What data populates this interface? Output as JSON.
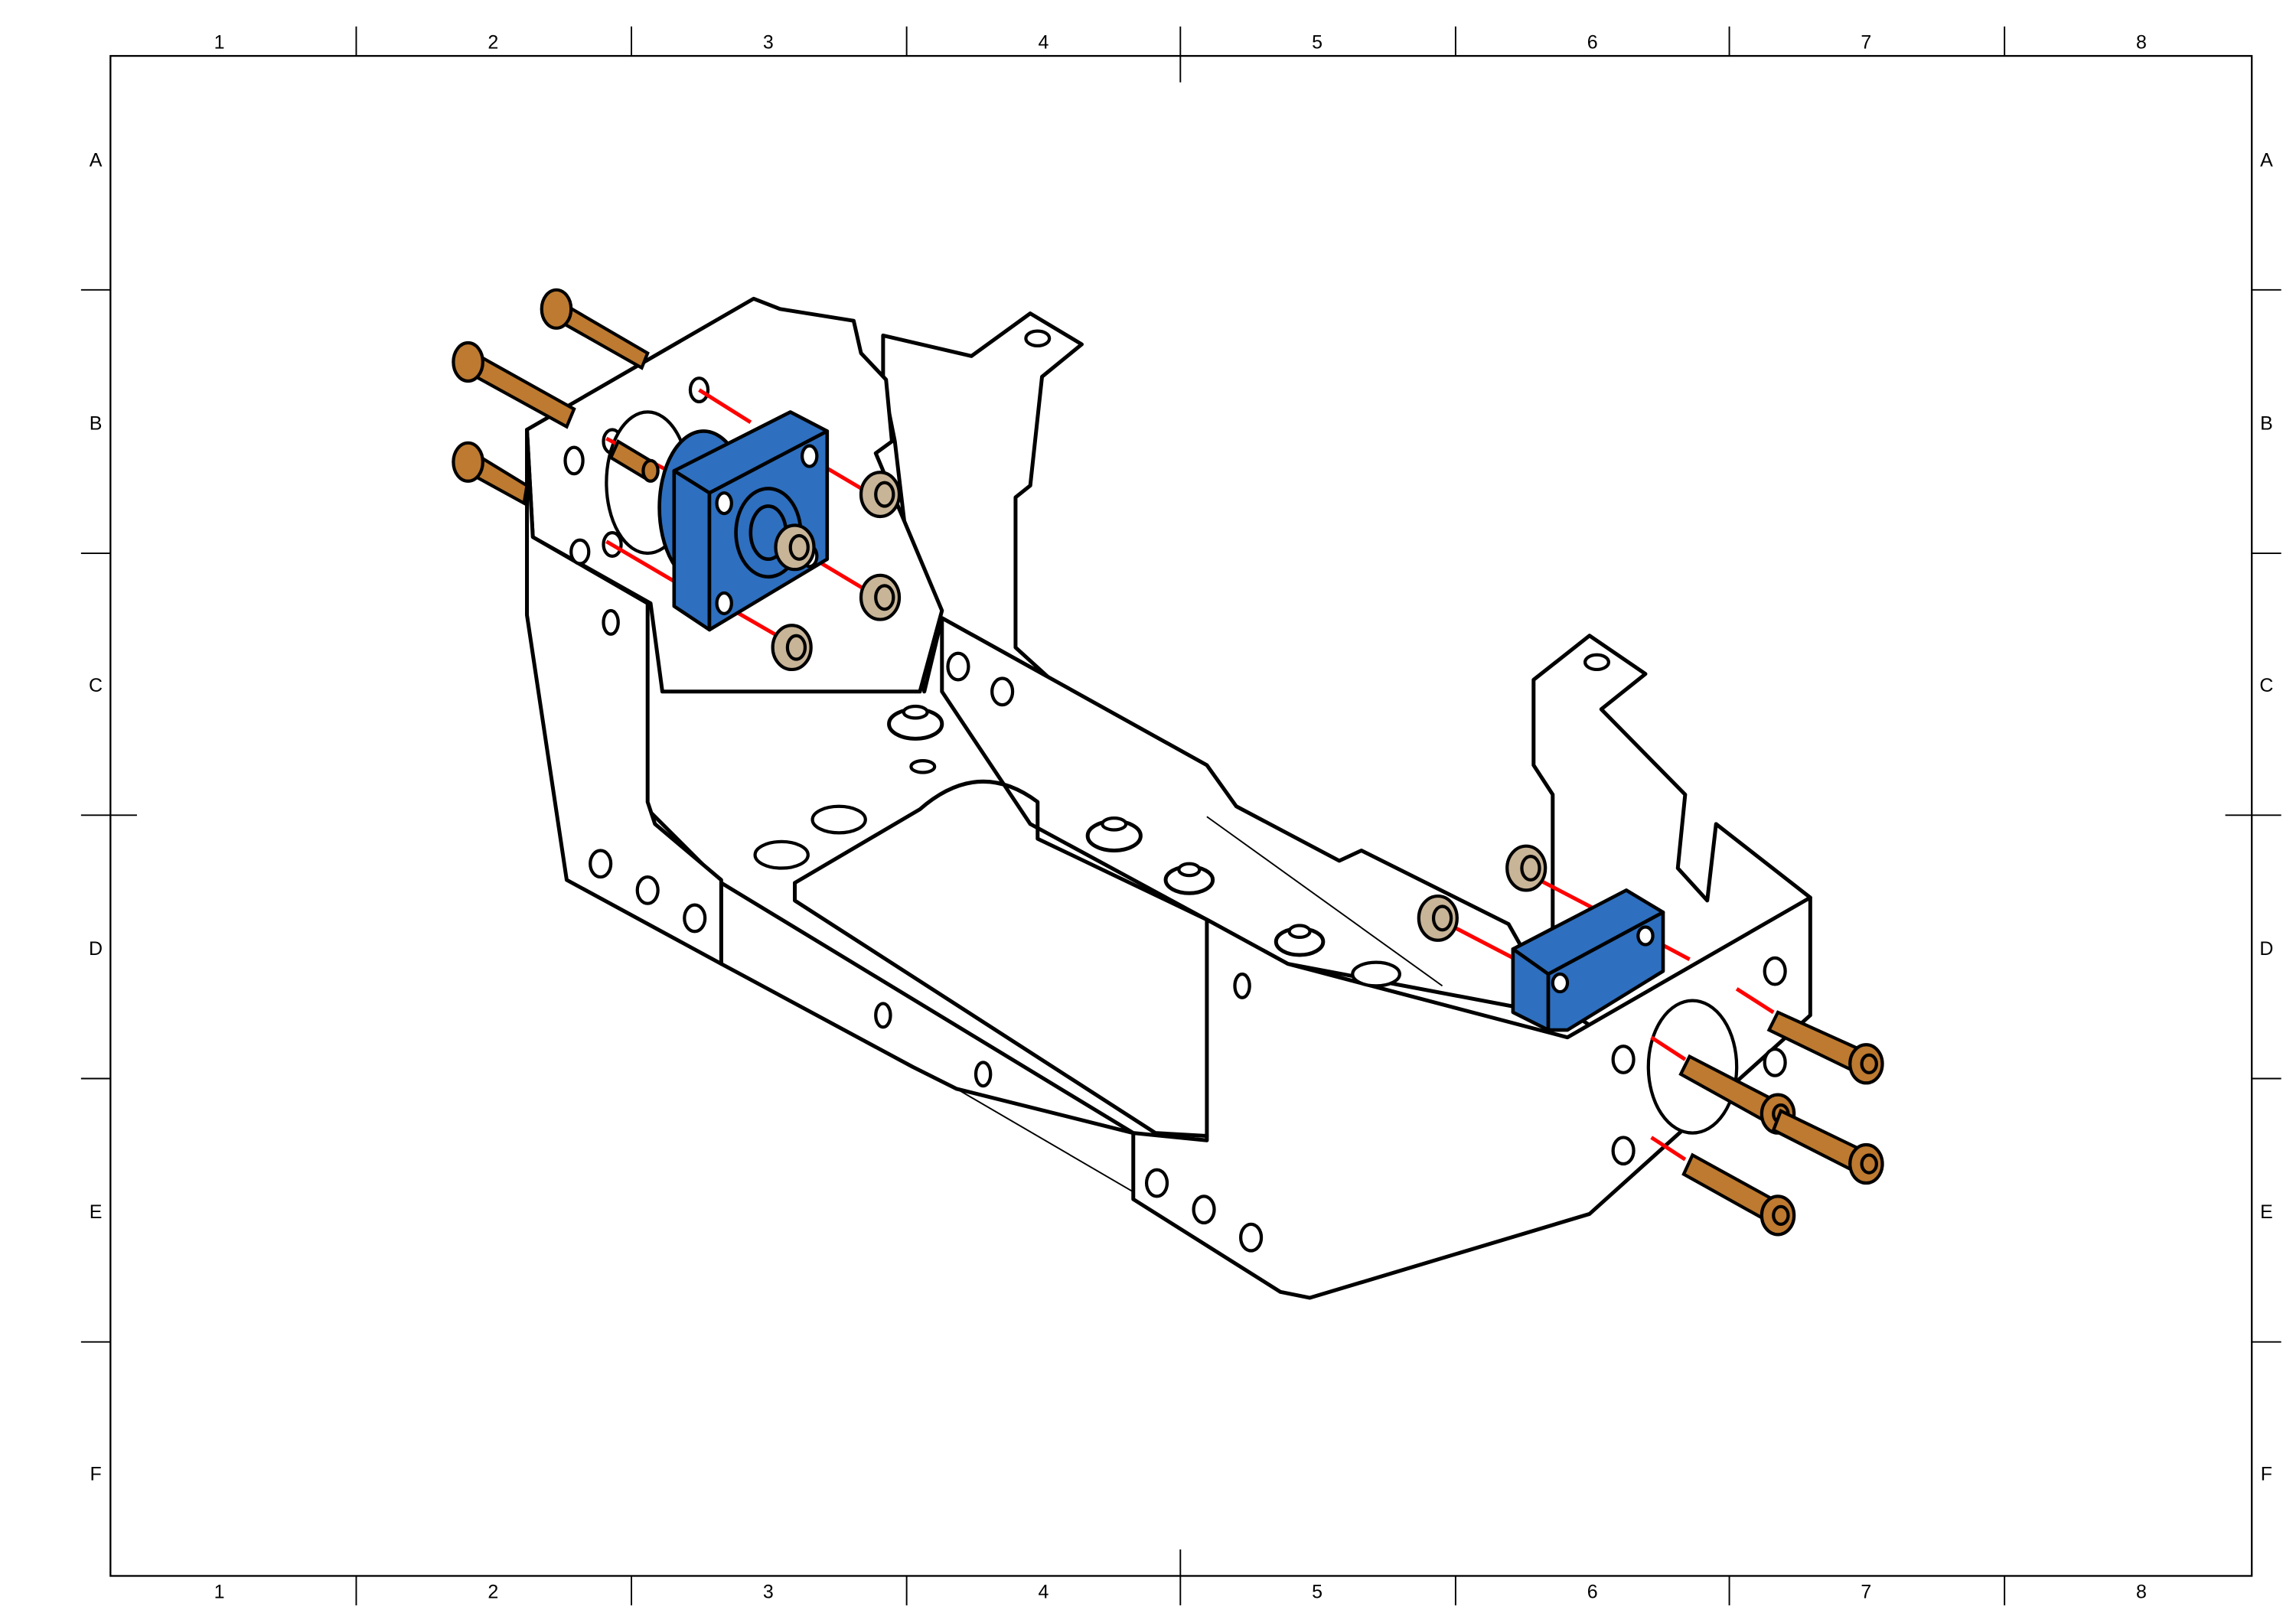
{
  "sheet": {
    "columns": [
      "1",
      "2",
      "3",
      "4",
      "5",
      "6",
      "7",
      "8"
    ],
    "rows": [
      "A",
      "B",
      "C",
      "D",
      "E",
      "F"
    ]
  },
  "colors": {
    "bearing_block": "#2e6fbf",
    "bolt": "#bd7a30",
    "nut": "#c8b497",
    "assembly_line": "#ff0000",
    "outline": "#000000"
  }
}
